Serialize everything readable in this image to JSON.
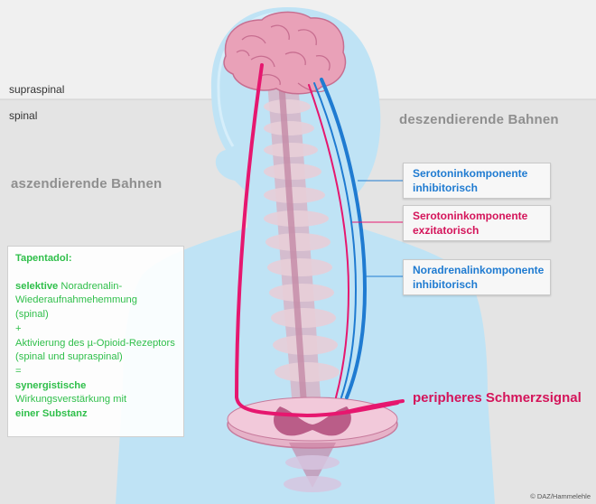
{
  "zones": {
    "supraspinal": "supraspinal",
    "spinal": "spinal"
  },
  "sections": {
    "descending": "deszendierende Bahnen",
    "ascending": "aszendierende Bahnen"
  },
  "pathways": [
    {
      "line1": "Serotoninkomponente",
      "line2": "inhibitorisch",
      "color": "#1f7bd1"
    },
    {
      "line1": "Serotoninkomponente",
      "line2": "exzitatorisch",
      "color": "#d4145a"
    },
    {
      "line1": "Noradrenalinkomponente",
      "line2": "inhibitorisch",
      "color": "#1f7bd1"
    }
  ],
  "tapentadol": {
    "heading": "Tapentadol:",
    "sel_bold": "selektive",
    "sel_rest": " Noradrenalin-",
    "sel_line2": "Wiederaufnahmehemmung",
    "sel_line3": "(spinal)",
    "plus": "+",
    "act_line1": "Aktivierung des µ-Opioid-Rezeptors",
    "act_line2": "(spinal und supraspinal)",
    "equals": "=",
    "syn_bold": "synergistische",
    "syn_line2": "Wirkungsverstärkung mit",
    "syn_line3": "einer Substanz"
  },
  "signal": "peripheres Schmerzsignal",
  "credit": "© DAZ/Hammelehle",
  "colors": {
    "ascending": "#e6176f",
    "descending_blue": "#1f7bd1",
    "body": "#bfe3f5",
    "brain": "#e9a1b8",
    "spine": "#d7b5c7"
  }
}
